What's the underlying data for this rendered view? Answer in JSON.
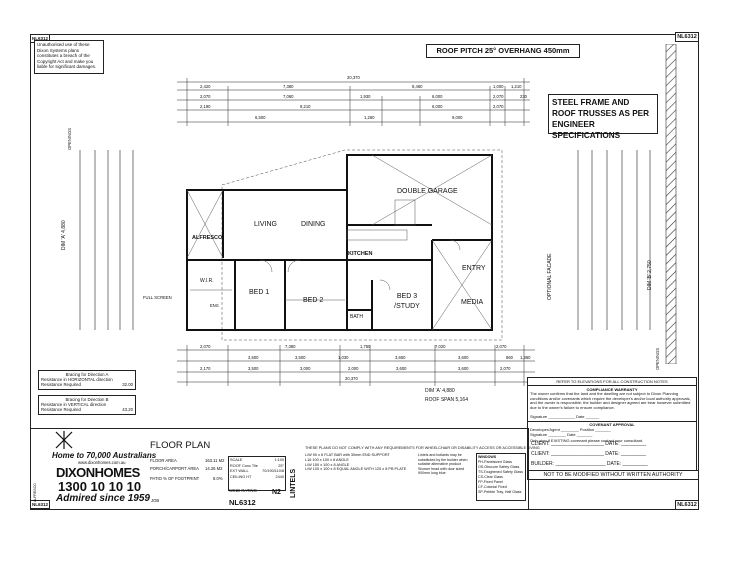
{
  "sheet_code": "NL6312",
  "copyright_notice": "Unauthorised use of these Dixon Systems plans constitutes a breach of the Copyright Act and make you liable for significant damages.",
  "roof_pitch": "ROOF PITCH 25° OVERHANG 450mm",
  "steel_note": "STEEL FRAME AND ROOF TRUSSES AS PER ENGINEER SPECIFICATIONS",
  "optional_facade": "OPTIONAL FACADE",
  "openings": "OPENINGS",
  "full_screen": "FULL SCREEN",
  "rooms": {
    "alfresco": "ALFRESCO",
    "living": "LIVING",
    "dining": "DINING",
    "kitchen": "KITCHEN",
    "double_garage": "DOUBLE GARAGE",
    "entry": "ENTRY",
    "media": "MEDIA",
    "bed1": "BED 1",
    "bed2": "BED 2",
    "bed3": "BED 3 /STUDY",
    "bath": "BATH",
    "wir": "W.I.R.",
    "ens": "ENS"
  },
  "dims": {
    "top_total": "20,370",
    "top_row1": [
      "2,420",
      "7,380",
      "8,460",
      "1,000",
      "1,210"
    ],
    "top_row2": [
      "2,070",
      "7,060",
      "1,930",
      "6,000",
      "2,070",
      "230"
    ],
    "top_row3": [
      "2,190",
      "9,210",
      "6,000",
      "2,070"
    ],
    "top_row4": [
      "6,500",
      "1,260",
      "9,000"
    ],
    "bot_row1": [
      "2,070",
      "7,380",
      "1,750",
      "7,020",
      "2,070"
    ],
    "bot_row2": [
      "3,500",
      "3,500",
      "1,030",
      "3,650",
      "3,600",
      "860",
      "1,360"
    ],
    "bot_row3": [
      "2,170",
      "3,500",
      "3,000",
      "2,000",
      "3,600",
      "3,600",
      "2,070"
    ],
    "bot_total": "20,370",
    "dim_a": "DIM 'A' 4,880",
    "roof_span": "ROOF SPAN 5,164",
    "dim_b": "DIM 'B' 2,750"
  },
  "bracing": {
    "a_title": "Bracing for Direction A",
    "a_line1": "Resistance in HORIZONTAL direction",
    "a_line2": "Resistance Required",
    "a_val": "32.00",
    "b_title": "Bracing for Direction B",
    "b_line1": "Resistance in VERTICAL direction",
    "b_line2": "Resistance Required",
    "b_val": "43.20"
  },
  "compliance": {
    "header": "REFER TO ELEVATIONS FOR ALL CONSTRUCTION NOTES",
    "title": "COMPLIANCE WARRANTY",
    "body": "The owner confirms that the land and the dwelling are not subject to Dixon Planning conditions and/or covenants which require the developer's and/or local authority approvals, and the owner is responsible, the builder and designer agreed are bear however submitted due to the owner's failure to ensure compliance.",
    "sign": "Signature",
    "covenant": "COVENANT APPROVAL",
    "developer": "Developer/Agent",
    "position": "Position",
    "date_label": "Date",
    "disclaimer": "Only sign if EXISTING covenant please contact your consultant.",
    "client1": "CLIENT:",
    "client2": "CLIENT:",
    "builder": "BUILDER:",
    "date": "DATE:",
    "not_modified": "NOT TO BE MODIFIED WITHOUT WRITTEN AUTHORITY"
  },
  "brand": {
    "tagline1": "Home to 70,000 Australians",
    "website": "www.dixonhomes.com.au",
    "name": "DIXONHOMES",
    "phone": "1300 10 10 10",
    "since": "Admired since 1959",
    "side": "ALFRESCO",
    "job": "JOB"
  },
  "plan": {
    "title": "FLOOR PLAN",
    "floor_area_label": "FLOOR AREA",
    "floor_area": "163.11 M2",
    "porch_label": "PORCH/CARPORT AREA",
    "porch": "14.26 M2",
    "patio_label": "PATIO % OF FOOTPRINT",
    "patio": "8.0%",
    "scale": "SCALE",
    "scale_val": "1:100",
    "roof": "ROOF",
    "roof_val": "Conc Tile",
    "roof_pitch_val": "25°",
    "ext_wall": "EXT WALL",
    "ext_wall_val": "70/190/110/8",
    "ceiling": "CEILING HT",
    "ceiling_val": "2440",
    "wind": "WIND RATING",
    "wind_val": "N2",
    "lintels": "LINTELS",
    "plan_no": "NL6312"
  },
  "lintel_notes": {
    "header": "THESE PLANS DO NOT COMPLY WITH ANY REQUIREMENTS FOR WHEELCHAIR OR DISABILITY ACCESS OR ACCESSIBLE LIVING",
    "l1": "L/W 90 x 6 FLAT BAR with 30mm END SUPPORT",
    "l2": "L16 100 x 100 x 6 ANGLE",
    "l3": "L/W 150 x 100 x 8 ANGLE",
    "l4": "L/W 100 x 100 x 8 EQUAL ANGLE WITH 125 x 8 PB PLATE",
    "sub1": "Lintels and bollards may be substituted by the builder when suitable alternative product",
    "sub2": "Shower head with door sized 900mm long blue",
    "window": "WINDOWS",
    "w1": "PH-Panelsized Glass",
    "w2": "OS-Obscure Safety Glass",
    "w3": "TS-Toughened Safety Glass",
    "w4": "CS-Clear Glass",
    "w5": "FP-Fixed Panel",
    "w6": "CF-Colonial Fixed",
    "w7": "SP-Pebble Tray, Half Glass"
  }
}
